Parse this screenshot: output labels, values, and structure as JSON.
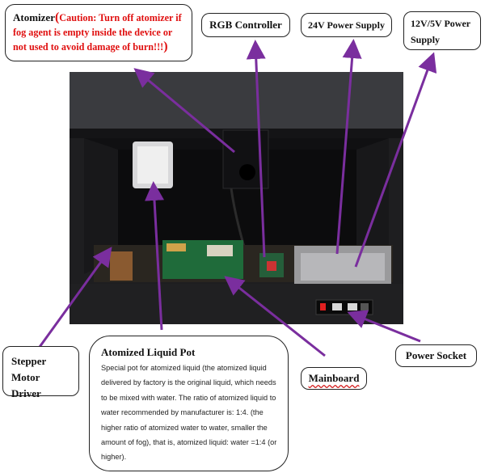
{
  "labels": {
    "atomizer": {
      "title": "Atomizer",
      "caution_open": "(",
      "caution": "Caution: Turn off atomizer if fog agent is empty inside the device or not used to avoid damage of burn!!!",
      "caution_close": ")"
    },
    "rgb_controller": "RGB Controller",
    "power_24v": "24V Power Supply",
    "power_12v5v": "12V/5V Power Supply",
    "stepper_motor_driver": "Stepper Motor Driver",
    "atomized_liquid_pot": {
      "title": "Atomized Liquid Pot",
      "description": "Special pot for atomized liquid (the atomized liquid delivered by factory is the original liquid, which needs to be mixed with water. The ratio of atomized liquid to water recommended by manufacturer is:  1:4. (the higher ratio of atomized water to water, smaller the amount of fog), that is, atomized liquid: water =1:4 (or higher)."
    },
    "mainboard": "Mainboard",
    "power_socket": "Power Socket"
  },
  "colors": {
    "arrow": "#7a2e9e",
    "caution": "#e01010",
    "spellcheck_underline": "#d42020"
  }
}
